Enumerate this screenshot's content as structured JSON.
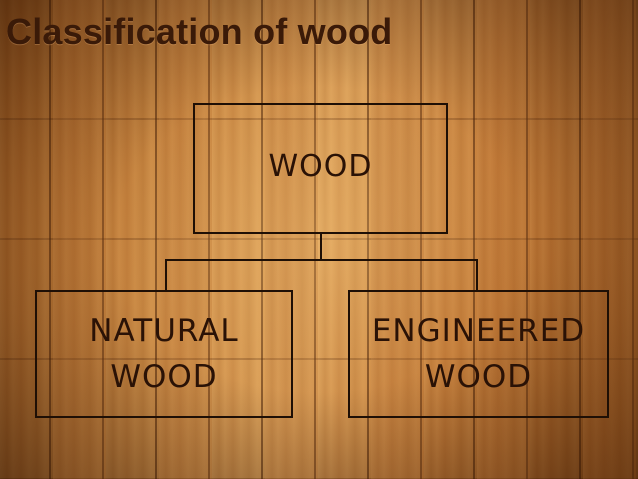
{
  "slide": {
    "title": "Classification of wood"
  },
  "diagram": {
    "root": {
      "label": "WOOD"
    },
    "children": [
      {
        "label": "NATURAL\nWOOD"
      },
      {
        "label": "ENGINEERED\nWOOD"
      }
    ]
  }
}
